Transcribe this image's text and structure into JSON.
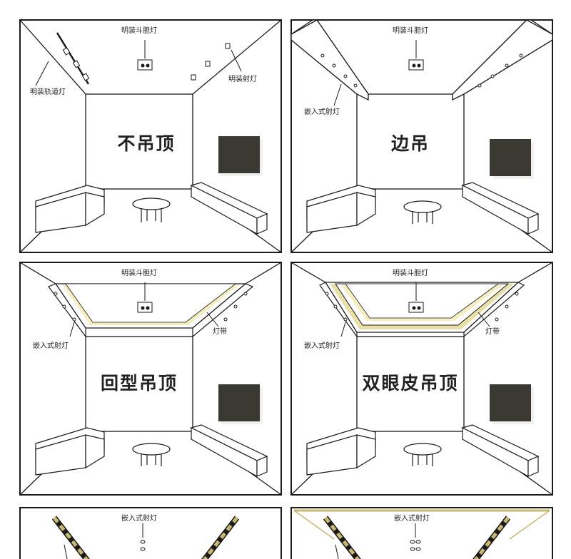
{
  "colors": {
    "line": "#1a1a1a",
    "tv": "#3a3830",
    "glow": "#f4eec0",
    "strip": "#c8b770"
  },
  "panels": [
    {
      "title": "不吊顶",
      "ceiling": "none",
      "labels": {
        "spot_top": "明装斗胆灯",
        "track": "明装轨道灯",
        "spot_right": "明装射灯"
      }
    },
    {
      "title": "边吊",
      "ceiling": "side",
      "labels": {
        "spot_top": "明装斗胆灯",
        "embedded": "嵌入式射灯"
      }
    },
    {
      "title": "回型吊顶",
      "ceiling": "ring",
      "labels": {
        "spot_top": "明装斗胆灯",
        "embedded": "嵌入式射灯",
        "strip": "灯带"
      }
    },
    {
      "title": "双眼皮吊顶",
      "ceiling": "double",
      "labels": {
        "spot_top": "明装斗胆灯",
        "embedded": "嵌入式射灯",
        "strip": "灯带"
      }
    },
    {
      "title": "",
      "ceiling": "linear",
      "labels": {
        "embedded_top": "嵌入式射灯"
      }
    },
    {
      "title": "",
      "ceiling": "linear-frame",
      "labels": {
        "embedded_top": "嵌入式射灯"
      }
    }
  ]
}
